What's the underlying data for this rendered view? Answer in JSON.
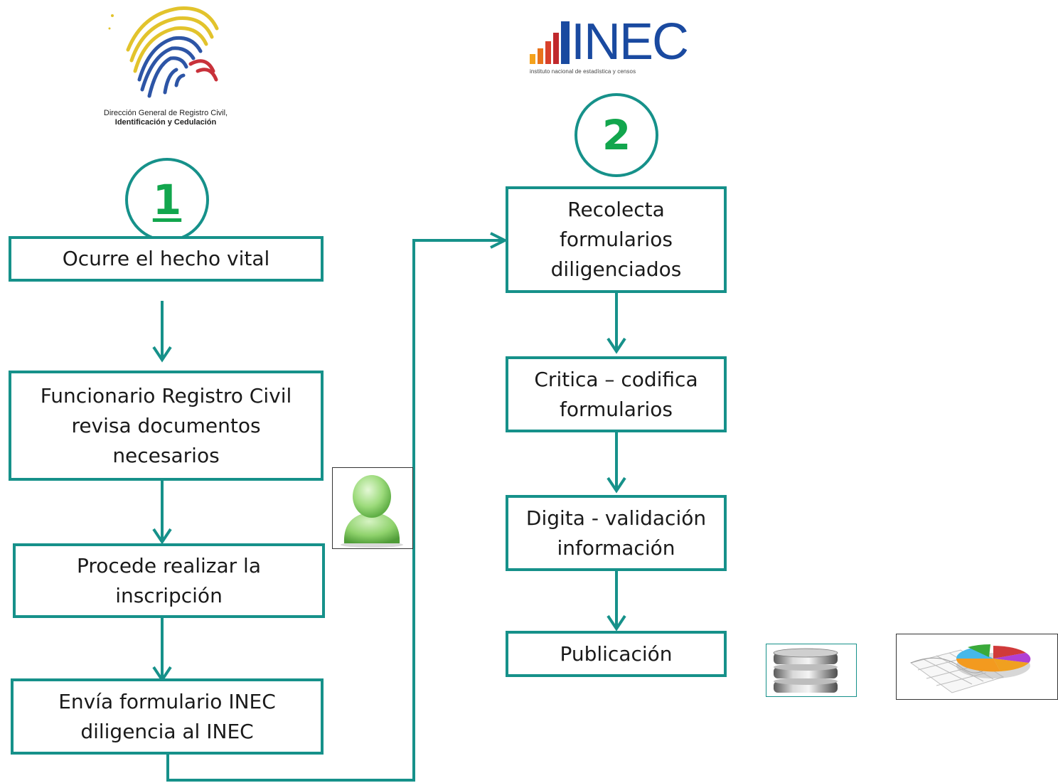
{
  "logos": {
    "registro_civil": {
      "line1": "Dirección General de Registro Civil,",
      "line2": "Identificación y Cedulación"
    },
    "inec": {
      "name": "INEC",
      "subtitle": "instituto nacional de estadística y censos"
    }
  },
  "phase1": {
    "number": "1",
    "steps": [
      "Ocurre el hecho vital",
      "Funcionario Registro Civil\nrevisa documentos\nnecesarios",
      "Procede realizar la\ninscripción",
      "Envía formulario INEC\ndiligencia al INEC"
    ]
  },
  "phase2": {
    "number": "2",
    "steps": [
      "Recolecta\nformularios\ndiligenciados",
      "Critica – codifica\nformularios",
      "Digita  - validación\ninformación",
      "Publicación"
    ]
  },
  "icons": {
    "person": "user-icon",
    "database": "database-icon",
    "chart": "pie-chart-icon"
  },
  "colors": {
    "accent": "#16918a",
    "number": "#12a64d",
    "inec_blue": "#1a4aa0"
  }
}
